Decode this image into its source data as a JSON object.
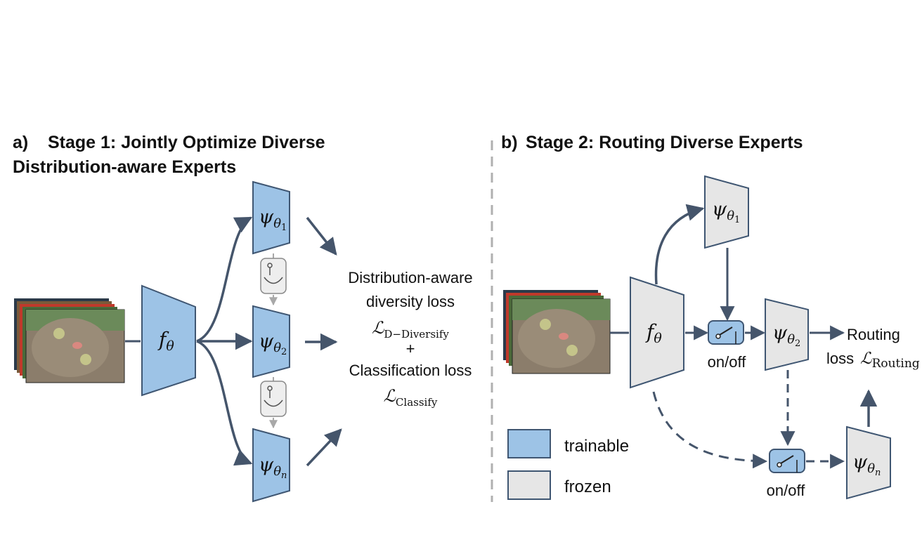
{
  "panel_a": {
    "label": "a)",
    "title_line1": "Stage 1: Jointly Optimize Diverse",
    "title_line2": "Distribution-aware Experts",
    "backbone": {
      "symbol": "f",
      "sub": "θ"
    },
    "experts": [
      {
        "symbol": "ψ",
        "sub": "θ",
        "idx": "1"
      },
      {
        "symbol": "ψ",
        "sub": "θ",
        "idx": "2"
      },
      {
        "symbol": "ψ",
        "sub": "θ",
        "idx": "n"
      }
    ],
    "loss_text": {
      "line1": "Distribution-aware",
      "line2": "diversity loss",
      "diversify_loss_symbol": "ℒ",
      "diversify_loss_sub": "D−Diversify",
      "plus": "+",
      "line4": "Classification loss",
      "classify_loss_symbol": "ℒ",
      "classify_loss_sub": "Classify"
    }
  },
  "panel_b": {
    "label": "b)",
    "title": "Stage 2: Routing Diverse Experts",
    "backbone": {
      "symbol": "f",
      "sub": "θ"
    },
    "experts": [
      {
        "symbol": "ψ",
        "sub": "θ",
        "idx": "1"
      },
      {
        "symbol": "ψ",
        "sub": "θ",
        "idx": "2"
      },
      {
        "symbol": "ψ",
        "sub": "θ",
        "idx": "n"
      }
    ],
    "switch_label_1": "on/off",
    "switch_label_2": "on/off",
    "routing_line1": "Routing",
    "routing_line2": "loss",
    "routing_loss_symbol": "ℒ",
    "routing_loss_sub": "Routing"
  },
  "legend": [
    {
      "label": "trainable",
      "color": "#9dc3e6"
    },
    {
      "label": "frozen",
      "color": "#e6e6e6"
    }
  ],
  "colors": {
    "trainable_fill": "#9dc3e6",
    "frozen_fill": "#e6e6e6",
    "edge": "#3f5672",
    "arrow": "#45556b",
    "divider": "#b0b0b0"
  }
}
